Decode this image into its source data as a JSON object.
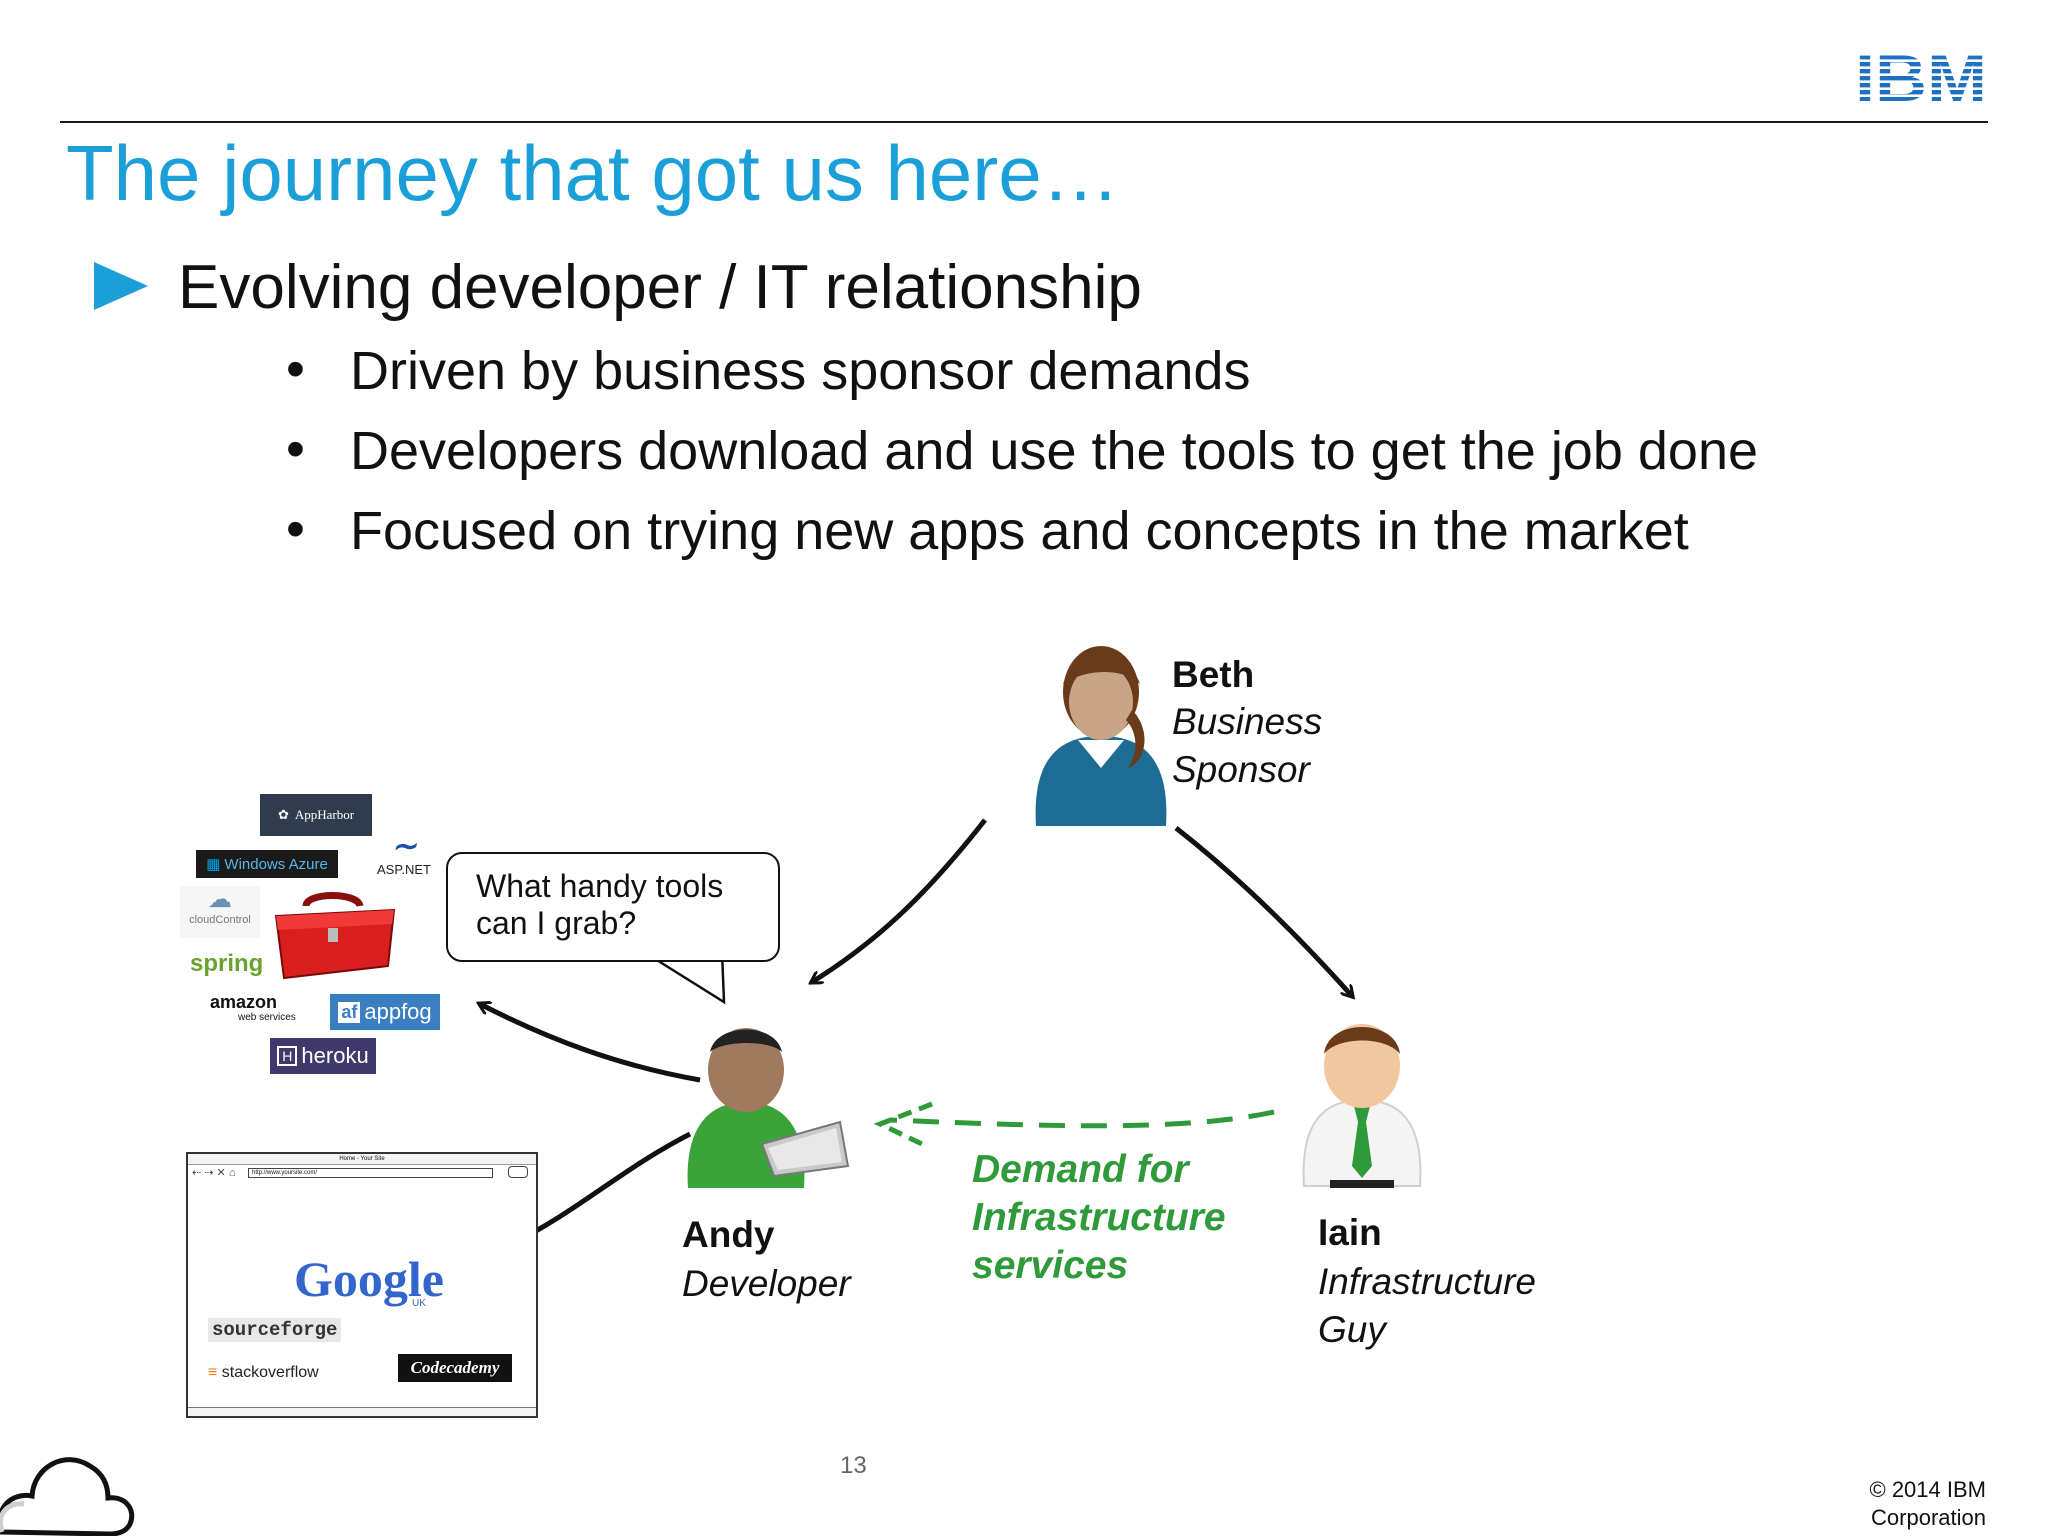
{
  "slide": {
    "title": "The journey that got us here…",
    "main_bullet": "Evolving developer / IT relationship",
    "sub_bullets": [
      "Driven by business sponsor demands",
      "Developers download and use the tools to get the job done",
      "Focused on trying new apps and concepts in the market"
    ],
    "bullet_symbol": "•",
    "page_number": "13",
    "copyright": [
      "© 2014 IBM",
      "Corporation"
    ]
  },
  "brand": {
    "logo_text": "IBM",
    "accent_color": "#1a9fd8"
  },
  "diagram": {
    "beth": {
      "name": "Beth",
      "role": [
        "Business",
        "Sponsor"
      ]
    },
    "andy": {
      "name": "Andy",
      "role": [
        "Developer"
      ]
    },
    "iain": {
      "name": "Iain",
      "role": [
        "Infrastructure",
        "Guy"
      ]
    },
    "speech_bubble": [
      "What handy tools",
      "can I grab?"
    ],
    "demand_label": [
      "Demand for",
      "Infrastructure",
      "services"
    ],
    "demand_color": "#2e9a3a",
    "tool_logos": {
      "appharbor": "AppHarbor",
      "azure": "Windows Azure",
      "aspnet": "ASP.NET",
      "cloudcontrol": "cloudControl",
      "spring": "spring",
      "amazon": "amazon",
      "amazon_sub": "web services",
      "appfog_mark": "af",
      "appfog": "appfog",
      "heroku_mark": "H",
      "heroku": "heroku"
    },
    "browser": {
      "tab_title": "Home - Your Site",
      "url": "http://www.yoursite.com/",
      "google": "Google",
      "google_sub": "UK",
      "sourceforge": "sourceforge",
      "stackoverflow": "stackoverflow",
      "codecademy": "Codecademy"
    }
  }
}
